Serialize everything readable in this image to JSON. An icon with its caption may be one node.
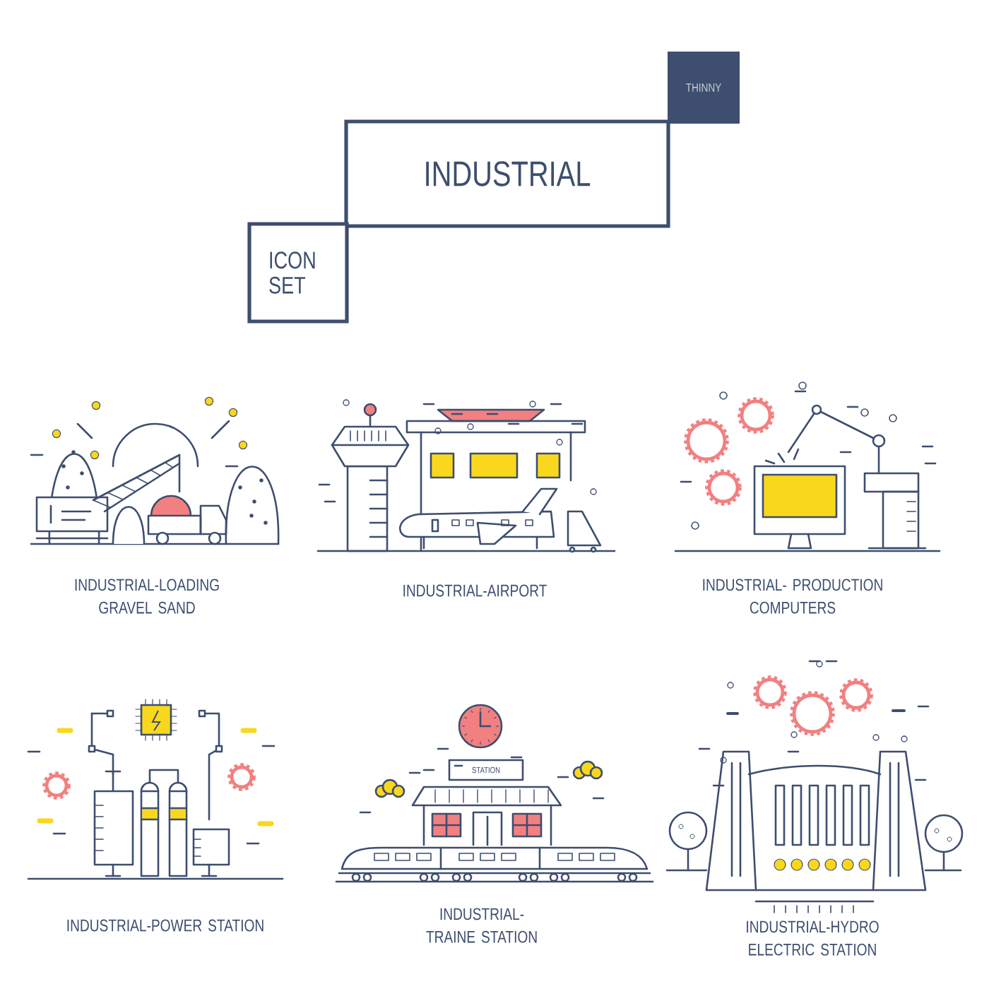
{
  "diagram": {
    "nodes": [
      {
        "text": [
          "THINNY"
        ]
      },
      {
        "text": [
          "INDUSTRIAL"
        ]
      },
      {
        "text": [
          "ICON SET"
        ]
      }
    ],
    "labels": [
      "INDUSTRIAL-LOADING GRAVEL SAND",
      "INDUSTRIAL-AIRPORT",
      "INDUSTRIAL- PRODUCTION COMPUTERS",
      "STATION",
      "INDUSTRIAL-POWER STATION",
      "INDUSTRIAL-TRAINE STATION",
      "INDUSTRIAL-HYDRO ELECTRIC STATION"
    ]
  }
}
